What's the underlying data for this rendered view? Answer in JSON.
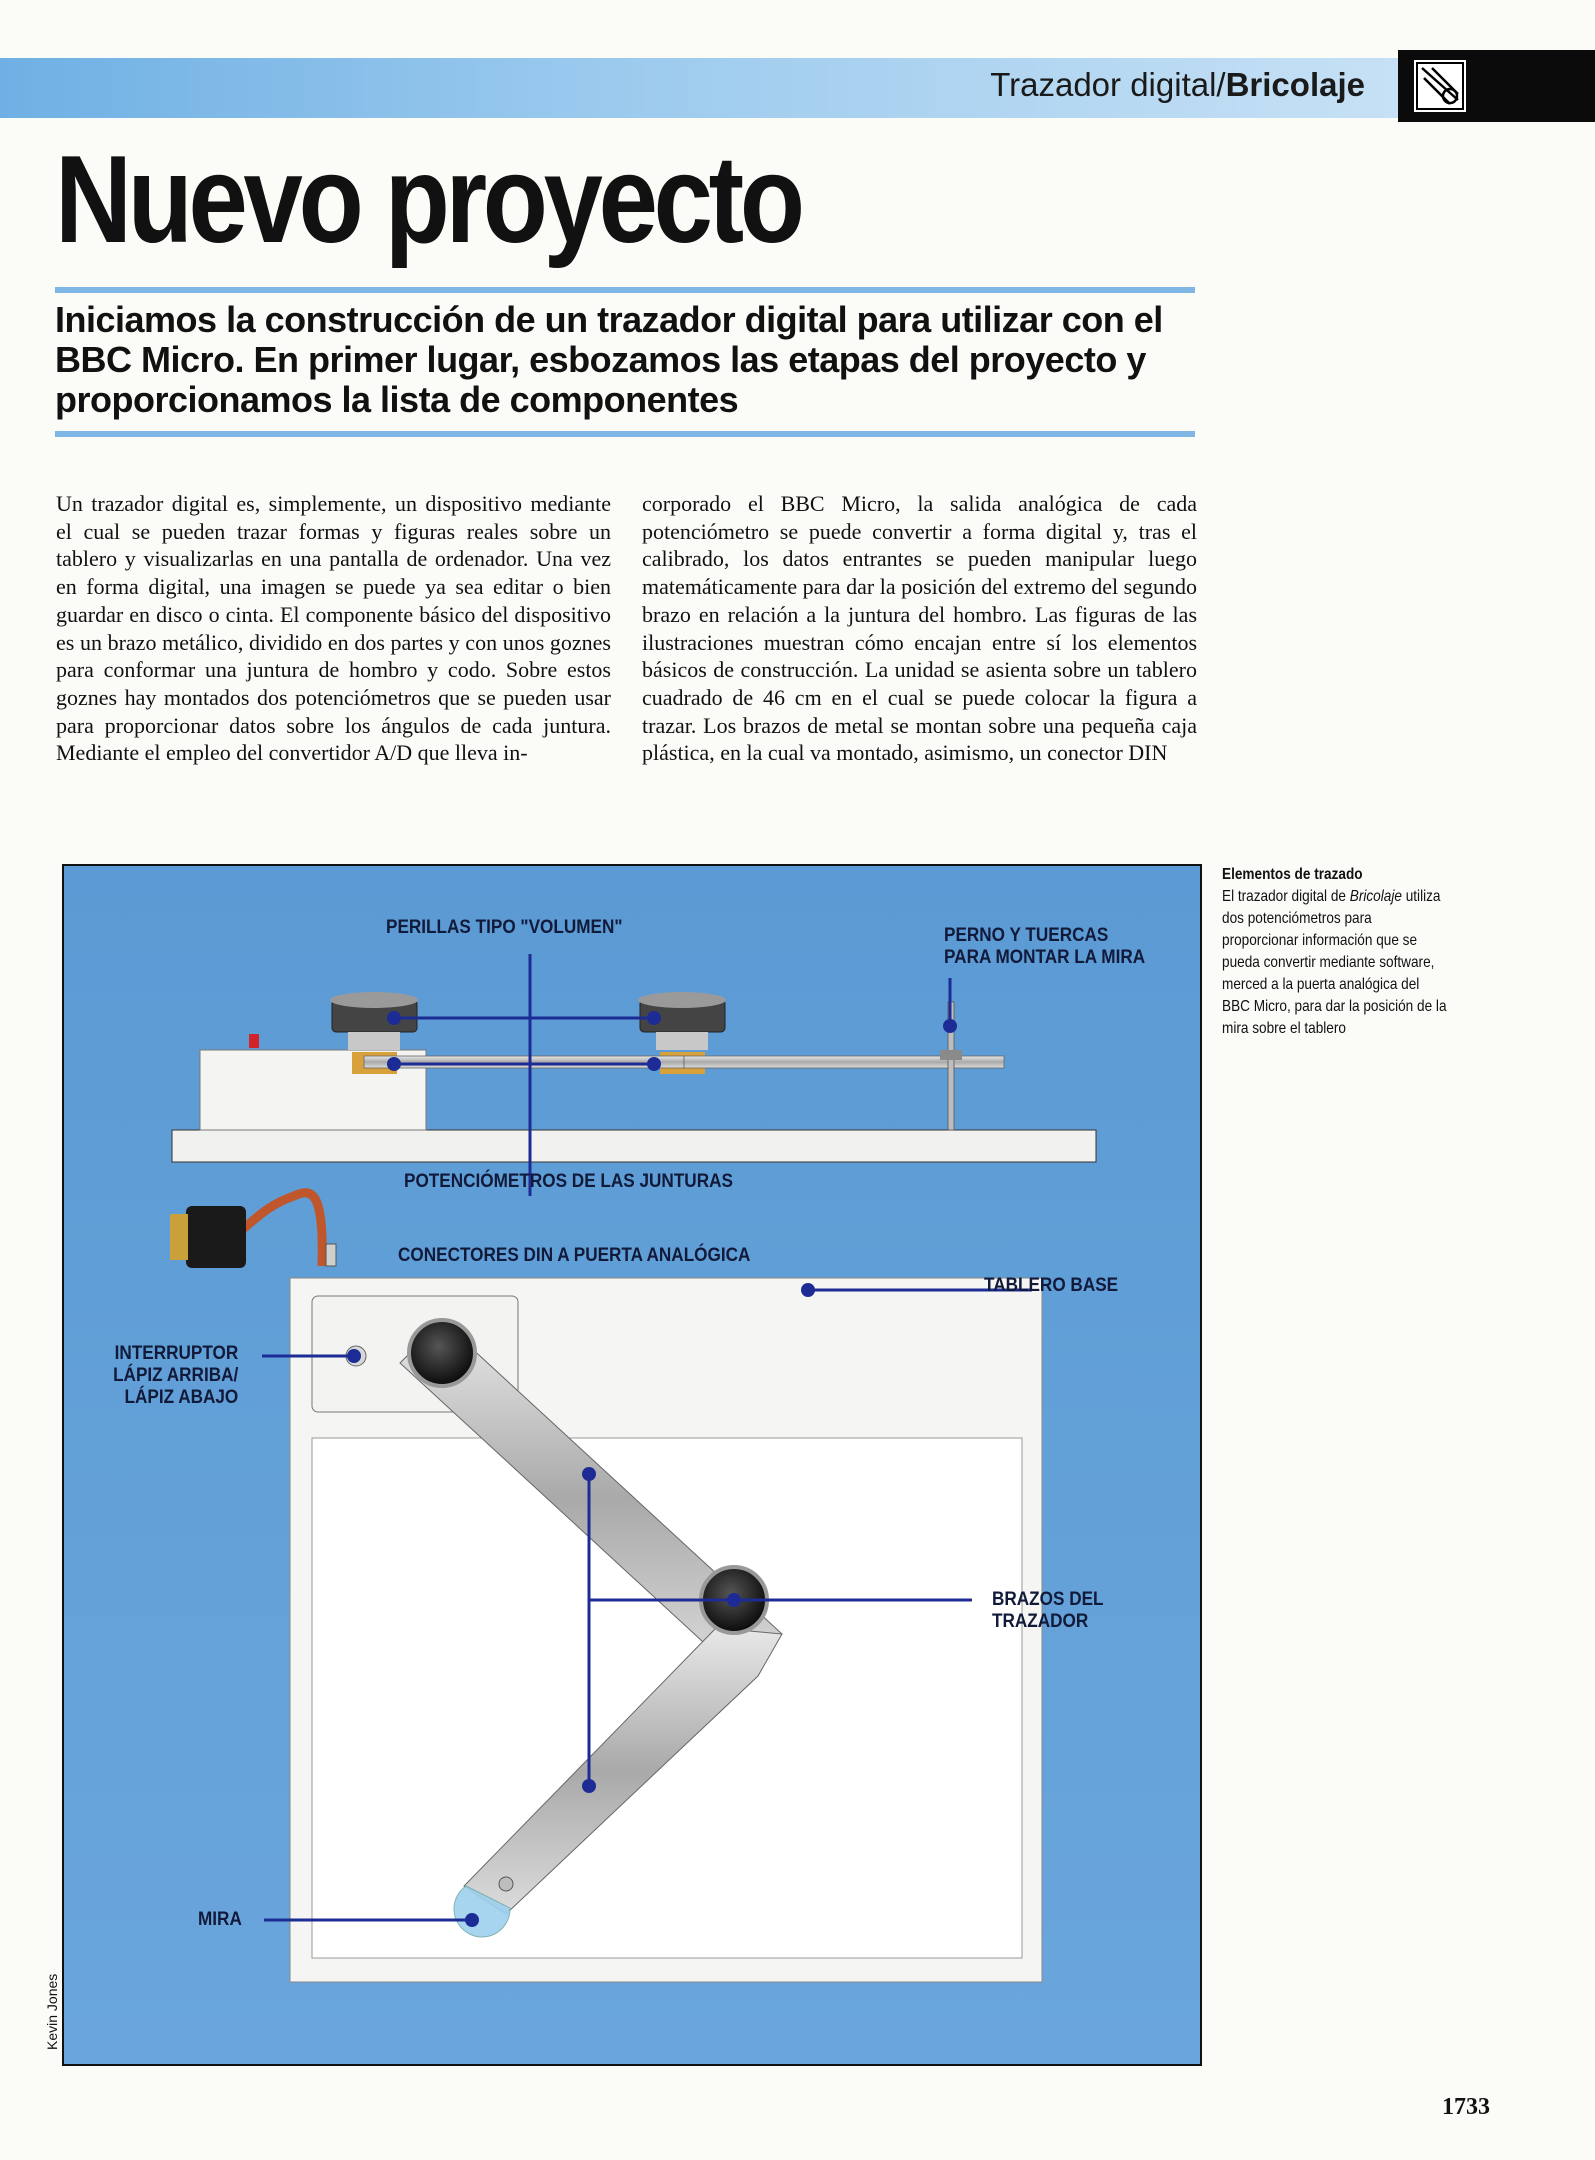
{
  "header": {
    "section": "Trazador digital/",
    "section_bold": "Bricolaje"
  },
  "title": "Nuevo proyecto",
  "deck": "Iniciamos la construcción de un trazador digital para utilizar con el BBC Micro. En primer lugar, esbozamos las etapas del proyecto y proporcionamos la lista de componentes",
  "body": {
    "col1": "Un trazador digital es, simplemente, un dispositivo mediante el cual se pueden trazar formas y figuras reales sobre un tablero y visualizarlas en una pantalla de ordenador. Una vez en forma digital, una imagen se puede ya sea editar o bien guardar en disco o cinta. El componente básico del dispositivo es un brazo metálico, dividido en dos partes y con unos goznes para conformar una juntura de hombro y codo. Sobre estos goznes hay montados dos potenciómetros que se pueden usar para proporcionar datos sobre los ángulos de cada juntura. Mediante el empleo del convertidor A/D que lleva in-",
    "col2": "corporado el BBC Micro, la salida analógica de cada potenciómetro se puede convertir a forma digital y, tras el calibrado, los datos entrantes se pueden manipular luego matemáticamente para dar la posición del extremo del segundo brazo en relación a la juntura del hombro. Las figuras de las ilustraciones muestran cómo encajan entre sí los elementos básicos de construcción. La unidad se asienta sobre un tablero cuadrado de 46 cm en el cual se puede colocar la figura a trazar. Los brazos de metal se montan sobre una pequeña caja plástica, en la cual va montado, asimismo, un conector DIN"
  },
  "figure": {
    "labels": {
      "perillas": "PERILLAS TIPO \"VOLUMEN\"",
      "perno": "PERNO Y TUERCAS\nPARA MONTAR LA MIRA",
      "potenciometros": "POTENCIÓMETROS DE LAS JUNTURAS",
      "conectores": "CONECTORES DIN A PUERTA ANALÓGICA",
      "tablero": "TABLERO BASE",
      "interruptor": "INTERRUPTOR\nLÁPIZ ARRIBA/\nLÁPIZ ABAJO",
      "brazos": "BRAZOS DEL\nTRAZADOR",
      "mira": "MIRA"
    },
    "credit": "Kevin Jones"
  },
  "caption": {
    "title": "Elementos de trazado",
    "text_before": "El trazador digital de ",
    "text_italic": "Bricolaje",
    "text_after": " utiliza dos potenciómetros para proporcionar información que se pueda convertir mediante software, merced a la puerta analógica del BBC Micro, para dar la posición de la mira sobre el tablero"
  },
  "page_number": "1733",
  "colors": {
    "accent_blue": "#7eb6e6",
    "figure_bg": "#5b9ad4",
    "leader_line": "#1c2c94"
  }
}
